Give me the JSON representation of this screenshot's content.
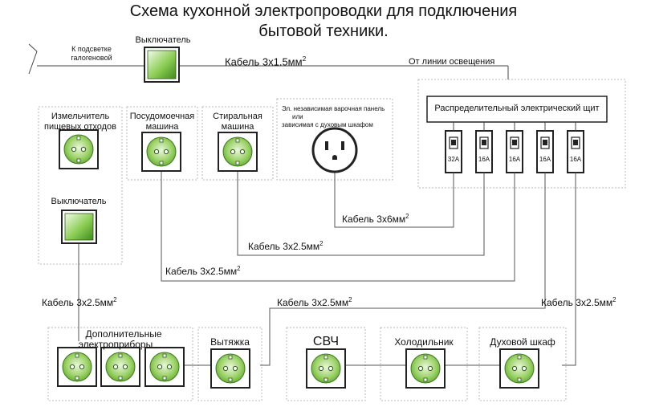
{
  "title": {
    "line1": "Схема кухонной электропроводки для подключения",
    "line2": "бытовой техники."
  },
  "top": {
    "lamp_label_line1": "К подсветке",
    "lamp_label_line2": "галогеновой",
    "switch_label": "Выключатель",
    "cable_label": "Кабель 3х1.5мм",
    "cable_sup": "2",
    "lighting_label": "От линии освещения"
  },
  "panel": {
    "title": "Распределительный электрический щит",
    "breakers": [
      "32A",
      "16A",
      "16A",
      "16A",
      "16A"
    ]
  },
  "appliances_top": {
    "disposer_line1": "Измельчитель",
    "disposer_line2": "пищевых отходов",
    "disposer_switch": "Выключатель",
    "dishwasher_line1": "Посудомоечная",
    "dishwasher_line2": "машина",
    "washer_line1": "Стиральная",
    "washer_line2": "машина",
    "hob_line1": "Эл. независимая варочная панель",
    "hob_line2": "или",
    "hob_line3": "зависимая с духовым шкафом"
  },
  "cables": {
    "c1": "Кабель 3х6мм",
    "c2": "Кабель 3х2.5мм",
    "c3": "Кабель 3х2.5мм",
    "c4": "Кабель 3х2.5мм",
    "c5": "Кабель 3х2.5мм",
    "c6": "Кабель 3х2.5мм",
    "sup": "2"
  },
  "appliances_bottom": {
    "extra_line1": "Дополнительные",
    "extra_line2": "электроприборы",
    "hood": "Вытяжка",
    "microwave": "СВЧ",
    "fridge": "Холодильник",
    "oven": "Духовой шкаф"
  },
  "colors": {
    "socket_green": "#7dc142",
    "socket_light": "#d8efc0",
    "line": "#444444",
    "dashed": "#bbbbbb"
  }
}
